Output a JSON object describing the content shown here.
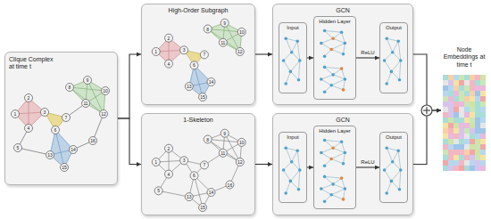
{
  "diagram": {
    "nodes": [
      {
        "text": [
          "Clique Complex at time t"
        ]
      },
      {
        "text": [
          "High-Order Subgraph"
        ]
      },
      {
        "text": [
          "1-Skeleton"
        ]
      },
      {
        "text": [
          "GCN"
        ]
      },
      {
        "text": [
          "Input"
        ],
        "in": 3
      },
      {
        "text": [
          "Hidden Layer"
        ],
        "in": 3
      },
      {
        "text": [
          "Output"
        ],
        "in": 3
      },
      {
        "text": [
          "GCN"
        ]
      },
      {
        "text": [
          "Input"
        ],
        "in": 7
      },
      {
        "text": [
          "Hidden Layer"
        ],
        "in": 7
      },
      {
        "text": [
          "Output"
        ],
        "in": 7
      },
      {
        "text": [
          "Node Embeddings at time t"
        ]
      }
    ],
    "edges": [
      {
        "from": 0,
        "to": 1,
        "arrow": "to"
      },
      {
        "from": 0,
        "to": 2,
        "arrow": "to"
      },
      {
        "from": 1,
        "to": 3,
        "arrow": "to"
      },
      {
        "from": 2,
        "to": 7,
        "arrow": "to"
      },
      {
        "from": 4,
        "to": 5,
        "arrow": "to"
      },
      {
        "from": 5,
        "to": 6,
        "label": "ReLU",
        "arrow": "to"
      },
      {
        "from": 8,
        "to": 9,
        "arrow": "to"
      },
      {
        "from": 9,
        "to": 10,
        "label": "ReLU",
        "arrow": "to"
      },
      {
        "from": 3,
        "to": 11,
        "arrow": "to"
      },
      {
        "from": 7,
        "to": 11,
        "arrow": "to"
      }
    ],
    "labels": [
      "1",
      "2",
      "3",
      "4",
      "5",
      "6",
      "7",
      "8",
      "9",
      "10",
      "11",
      "12",
      "13",
      "14",
      "15",
      "16",
      "1",
      "2",
      "3",
      "4",
      "6",
      "7",
      "8",
      "9",
      "10",
      "11",
      "12",
      "13",
      "14",
      "15",
      "1",
      "2",
      "3",
      "4",
      "5",
      "6",
      "7",
      "8",
      "9",
      "10",
      "11",
      "12",
      "13",
      "14",
      "15",
      "16"
    ]
  }
}
